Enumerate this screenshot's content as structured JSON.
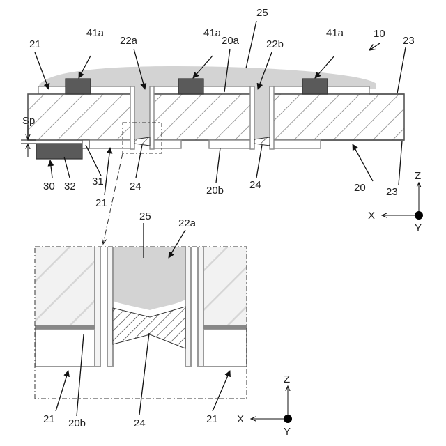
{
  "labels": {
    "l10": "10",
    "l21_top": "21",
    "l22a_top": "22a",
    "l25_top": "25",
    "l41a_1": "41a",
    "l41a_2": "41a",
    "l41a_3": "41a",
    "l20a": "20a",
    "l22b": "22b",
    "l23_top": "23",
    "lSp": "Sp",
    "l30": "30",
    "l32": "32",
    "l31": "31",
    "l21_mid": "21",
    "l24_a": "24",
    "l20b_top": "20b",
    "l24_b": "24",
    "l20_right": "20",
    "l23_bottom": "23",
    "l25_detail": "25",
    "l22a_detail": "22a",
    "l21_det_left": "21",
    "l20b_det": "20b",
    "l24_det": "24",
    "l21_det_right": "21"
  },
  "axes_top": {
    "z": "Z",
    "x": "X",
    "y": "Y"
  },
  "axes_bottom": {
    "z": "Z",
    "x": "X",
    "y": "Y"
  },
  "colors": {
    "resin": "#d3d3d3",
    "chip": "#5a5a5a",
    "hatch_line": "#666666",
    "outline": "#555555"
  }
}
